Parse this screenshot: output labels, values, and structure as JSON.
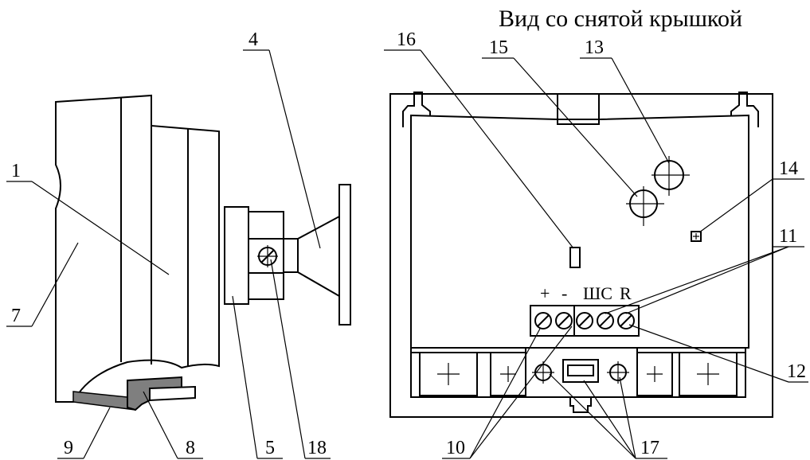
{
  "title": "Вид со снятой крышкой",
  "terminal_labels": {
    "plus": "+",
    "minus": "-",
    "shs": "ШС",
    "r": "R"
  },
  "callouts": {
    "c1": "1",
    "c4": "4",
    "c5": "5",
    "c7": "7",
    "c8": "8",
    "c9": "9",
    "c10": "10",
    "c11": "11",
    "c12": "12",
    "c13": "13",
    "c14": "14",
    "c15": "15",
    "c16": "16",
    "c17": "17",
    "c18": "18"
  },
  "colors": {
    "line": "#000000",
    "shade": "#7f7f7f"
  }
}
